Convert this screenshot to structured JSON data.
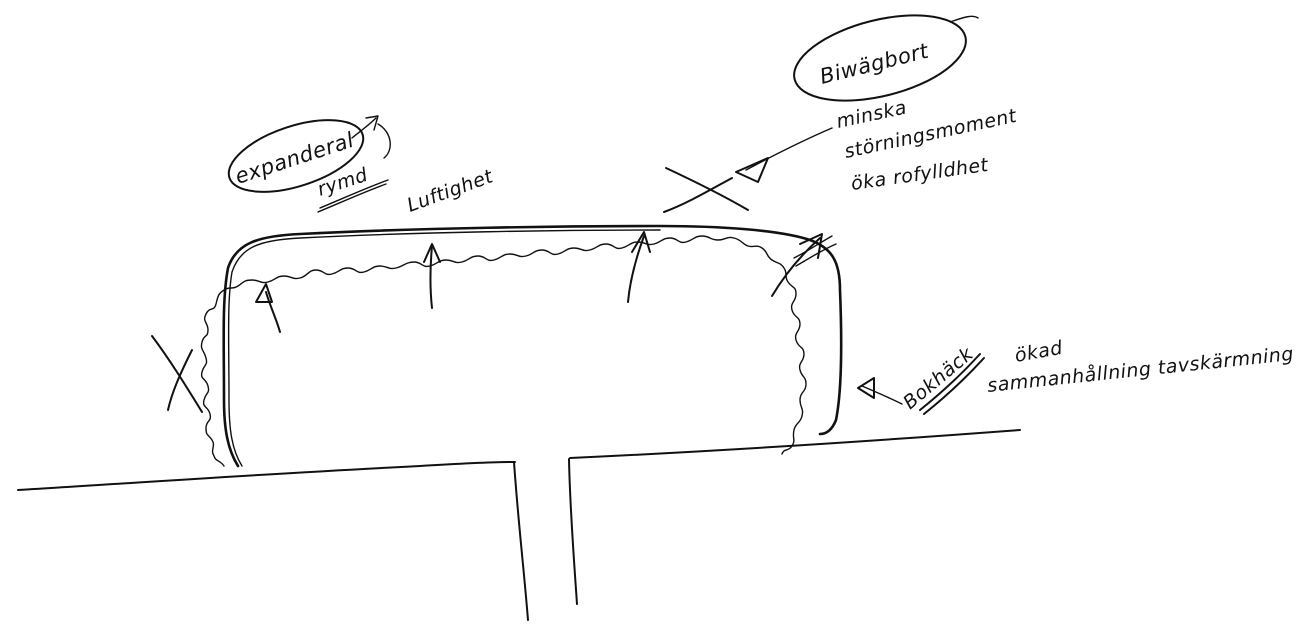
{
  "labels": {
    "bubble_left": "expanderal",
    "rymd": "rymd",
    "luftighet": "Luftighet",
    "bubble_right": "Biwägbort",
    "right_note_line1": "minska",
    "right_note_line2": "störningsmoment",
    "right_note_line3": "öka rofylldhet",
    "bokhack": "Bokhäck",
    "okad": "ökad",
    "sammanhallning": "sammanhållning tavskärmning"
  },
  "colors": {
    "ink": "#111111",
    "paper": "#ffffff"
  }
}
